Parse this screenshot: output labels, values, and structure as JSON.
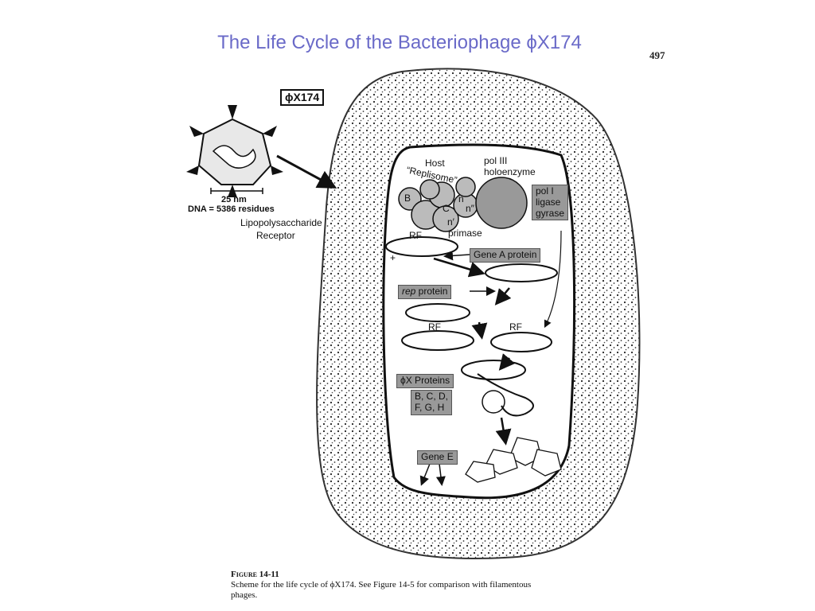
{
  "title": "The Life Cycle of the Bacteriophage ϕX174",
  "page_number": "497",
  "labels": {
    "phage": "ϕX174",
    "scale": "25 nm",
    "dna": "DNA = 5386 residues",
    "receptor_1": "Lipopolysaccharide",
    "receptor_2": "Receptor",
    "host": "Host",
    "replisome": "“Replisome”",
    "pol3_1": "pol III",
    "pol3_2": "holoenzyme",
    "pol1": "pol I",
    "ligase": "ligase",
    "gyrase": "gyrase",
    "primase": "primase",
    "rf": "RF",
    "gene_a": "Gene A protein",
    "rep_italic": "rep",
    "rep_rest": " protein",
    "proteins_title": "ϕX Proteins",
    "proteins_1": "B, C, D,",
    "proteins_2": "F, G, H",
    "gene_e": "Gene E",
    "sub_b": "B",
    "sub_c": "C",
    "sub_n": "n",
    "sub_n2": "n″",
    "sub_n3": "n′",
    "plus": "+"
  },
  "caption": {
    "figure": "Figure 14-11",
    "line1": "Scheme for the life cycle of ϕX174. See Figure 14-5 for comparison with filamentous",
    "line2": "phages."
  }
}
